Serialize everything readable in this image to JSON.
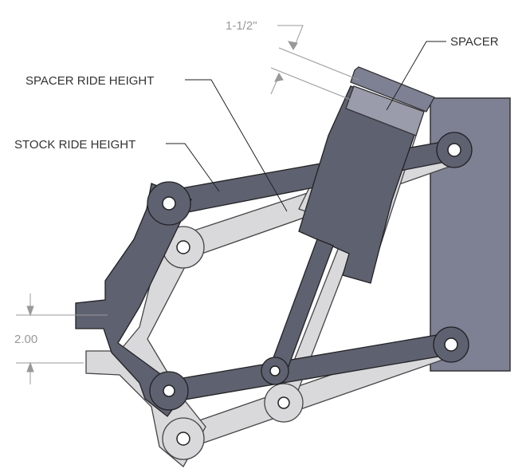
{
  "labels": {
    "spacer": "SPACER",
    "spacer_ride_height": "SPACER RIDE HEIGHT",
    "stock_ride_height": "STOCK RIDE HEIGHT"
  },
  "dimensions": {
    "spacer_thickness": "1-1/2\"",
    "ride_height_change": "2.00"
  },
  "colors": {
    "spacer_position": "#5e6170",
    "stock_position": "#d9d9dc",
    "frame": "#7e8194"
  }
}
